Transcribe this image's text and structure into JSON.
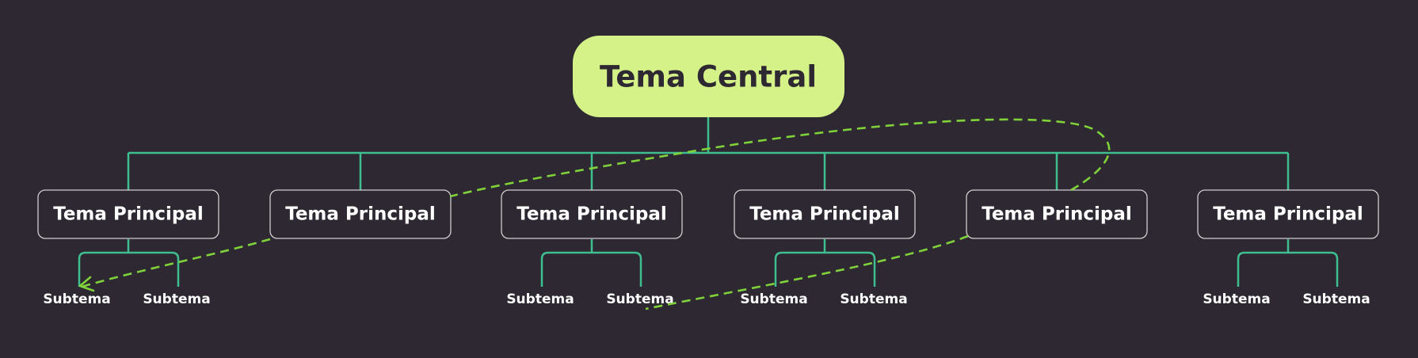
{
  "central": {
    "label": "Tema Central"
  },
  "main_topics": [
    {
      "label": "Tema Principal",
      "subtopics": [
        "Subtema",
        "Subtema"
      ]
    },
    {
      "label": "Tema Principal",
      "subtopics": []
    },
    {
      "label": "Tema Principal",
      "subtopics": [
        "Subtema",
        "Subtema"
      ]
    },
    {
      "label": "Tema Principal",
      "subtopics": [
        "Subtema",
        "Subtema"
      ]
    },
    {
      "label": "Tema Principal",
      "subtopics": []
    },
    {
      "label": "Tema Principal",
      "subtopics": [
        "Subtema",
        "Subtema"
      ]
    }
  ],
  "colors": {
    "background": "#2e2832",
    "central_fill": "#d4f288",
    "central_text": "#2e2832",
    "connector": "#3fbf8f",
    "node_border": "#cfcfcf",
    "node_text": "#ffffff",
    "relationship_dash": "#7fd23a"
  }
}
